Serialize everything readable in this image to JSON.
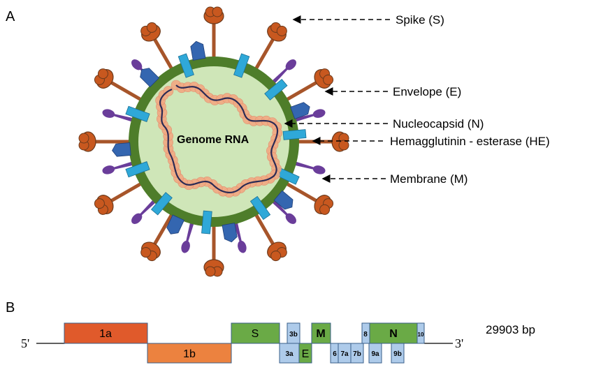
{
  "panel_a": {
    "label": "A",
    "genome_label": "Genome RNA",
    "callouts": [
      {
        "id": "spike",
        "text": "Spike (S)"
      },
      {
        "id": "envelope",
        "text": "Envelope (E)"
      },
      {
        "id": "nucleocapsid",
        "text": "Nucleocapsid (N)"
      },
      {
        "id": "he",
        "text": "Hemagglutinin - esterase (HE)"
      },
      {
        "id": "membrane",
        "text": "Membrane (M)"
      }
    ],
    "colors": {
      "membrane_ring": "#4e7d2a",
      "interior": "#cfe6b8",
      "spike_stalk": "#a7552a",
      "spike_head": "#c8581f",
      "envelope": "#6a3d9a",
      "he_protein": "#3466b0",
      "m_protein": "#2fa8d8",
      "nucleocapsid": "#f2a882",
      "rna": "#2b2b55"
    }
  },
  "panel_b": {
    "label": "B",
    "five_prime": "5'",
    "three_prime": "3'",
    "genome_length": "29903 bp",
    "genes": [
      {
        "id": "1a",
        "label": "1a"
      },
      {
        "id": "1b",
        "label": "1b"
      },
      {
        "id": "S",
        "label": "S"
      },
      {
        "id": "3b",
        "label": "3b"
      },
      {
        "id": "3a",
        "label": "3a"
      },
      {
        "id": "E",
        "label": "E"
      },
      {
        "id": "M",
        "label": "M"
      },
      {
        "id": "6",
        "label": "6"
      },
      {
        "id": "7a",
        "label": "7a"
      },
      {
        "id": "7b",
        "label": "7b"
      },
      {
        "id": "8",
        "label": "8"
      },
      {
        "id": "9a",
        "label": "9a"
      },
      {
        "id": "9b",
        "label": "9b"
      },
      {
        "id": "N",
        "label": "N"
      },
      {
        "id": "10",
        "label": "10"
      }
    ],
    "colors": {
      "orf1a": "#e05a2b",
      "orf1b": "#ec823f",
      "structural": "#6aaa46",
      "accessory": "#aecbea",
      "outline": "#3a5f8a"
    }
  }
}
